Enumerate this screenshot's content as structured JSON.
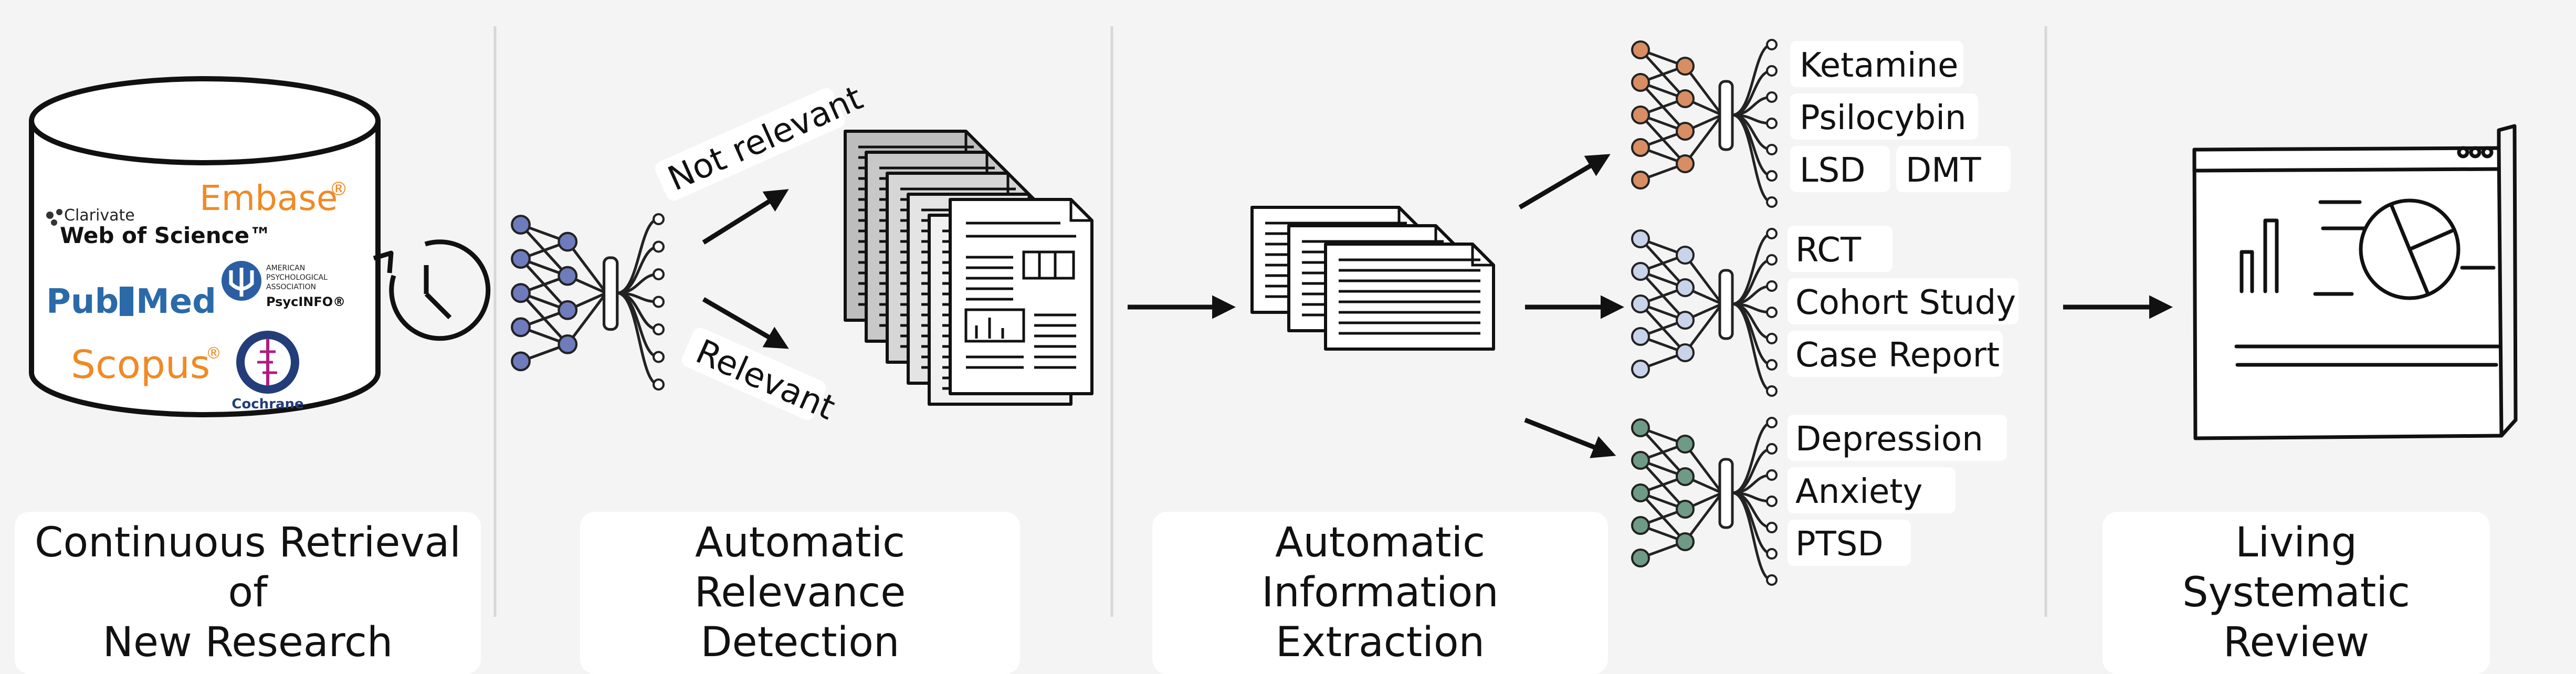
{
  "stages": [
    {
      "caption_line1": "Continuous Retrieval of",
      "caption_line2": "New Research"
    },
    {
      "caption_line1": "Automatic Relevance",
      "caption_line2": "Detection"
    },
    {
      "caption_line1": "Automatic Information",
      "caption_line2": "Extraction"
    },
    {
      "caption_line1": "Living Systematic",
      "caption_line2": "Review"
    }
  ],
  "databases": {
    "clarivate": "Clarivate",
    "wos": "Web of Science™",
    "embase": "Embase",
    "embase_mark": "®",
    "pubmed_left": "Pub",
    "pubmed_right": "Med",
    "apa_line1": "AMERICAN",
    "apa_line2": "PSYCHOLOGICAL",
    "apa_line3": "ASSOCIATION",
    "psycinfo": "PsycINFO®",
    "scopus": "Scopus",
    "scopus_mark": "®",
    "cochrane": "Cochrane"
  },
  "relevance": {
    "not_relevant": "Not relevant",
    "relevant": "Relevant"
  },
  "extraction": {
    "substances": [
      "Ketamine",
      "Psilocybin",
      "LSD",
      "DMT"
    ],
    "study_types": [
      "RCT",
      "Cohort Study",
      "Case Report"
    ],
    "conditions": [
      "Depression",
      "Anxiety",
      "PTSD"
    ]
  },
  "colors": {
    "background": "#f4f4f4",
    "network_blue": "#6e7bbd",
    "network_orange": "#d88d63",
    "network_lightblue": "#c9d3ea",
    "network_green": "#6f9a85",
    "embase_orange": "#f08a24",
    "pubmed_blue": "#2b6aa8",
    "scopus_orange": "#f08a24",
    "cochrane_blue": "#233d7a",
    "cochrane_magenta": "#b01c7e"
  }
}
